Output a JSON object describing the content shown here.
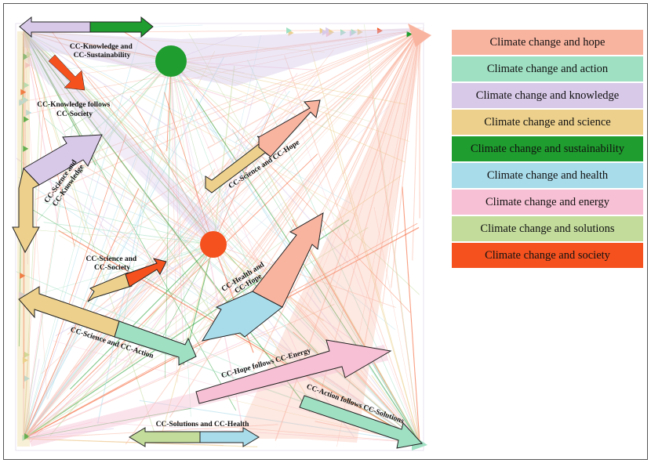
{
  "legend": [
    {
      "label": "Climate change and hope",
      "color": "#f9b4a0"
    },
    {
      "label": "Climate change and action",
      "color": "#9fe0c3"
    },
    {
      "label": "Climate change and knowledge",
      "color": "#d8c9e9"
    },
    {
      "label": "Climate change and science",
      "color": "#ecd08c"
    },
    {
      "label": "Climate change and sustainability",
      "color": "#1f9d2e"
    },
    {
      "label": "Climate change and health",
      "color": "#a9dcea"
    },
    {
      "label": "Climate change and energy",
      "color": "#f7c0d4"
    },
    {
      "label": "Climate change and solutions",
      "color": "#c3dc9c"
    },
    {
      "label": "Climate change and society",
      "color": "#f4511e"
    }
  ],
  "annotations": {
    "knowledge_sustainability": [
      "CC-Knowledge and",
      "CC-Sustainability"
    ],
    "knowledge_follows_society": [
      "CC-Knowledge follows",
      "CC-Society"
    ],
    "science_knowledge": [
      "CC-Science and",
      "CC-Knowledge"
    ],
    "science_hope": "CC-Science and CC-Hope",
    "science_society": [
      "CC-Science and",
      "CC-Society"
    ],
    "health_hope": [
      "CC-Health and",
      "CC-Hope"
    ],
    "science_action": "CC-Science and CC-Action",
    "hope_follows_energy": "CC-Hope follows CC-Energy",
    "action_follows_solutions": "CC-Action follows CC-Solutions",
    "solutions_health": "CC-Solutions and CC-Health"
  }
}
